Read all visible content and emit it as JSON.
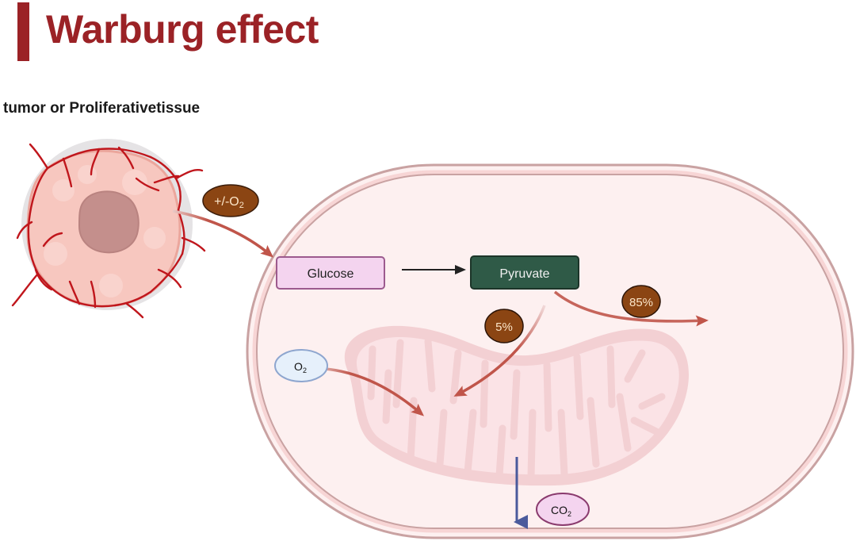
{
  "header": {
    "title": "Warburg effect",
    "subtitle": "tumor or Proliferativetissue"
  },
  "diagram": {
    "tumor": {
      "label": "tumor"
    },
    "entry_badge": {
      "text": "+/-O",
      "subscript": "2"
    },
    "nodes": {
      "glucose": "Glucose",
      "pyruvate": "Pyruvate"
    },
    "branch_badges": {
      "mitochondrial": "5%",
      "glycolytic": "85%"
    },
    "oxygen": {
      "text": "O",
      "subscript": "2"
    },
    "carbon_dioxide": {
      "text": "CO",
      "subscript": "2"
    },
    "colors": {
      "title": "#9b2226",
      "badge_fill": "#8b4513",
      "pyruvate_fill": "#2f5a47",
      "glucose_fill": "#f4d4ef",
      "cell_fill": "#fdf0f0",
      "arrow": "#c0554a",
      "co2_arrow": "#4a5a9c"
    }
  }
}
